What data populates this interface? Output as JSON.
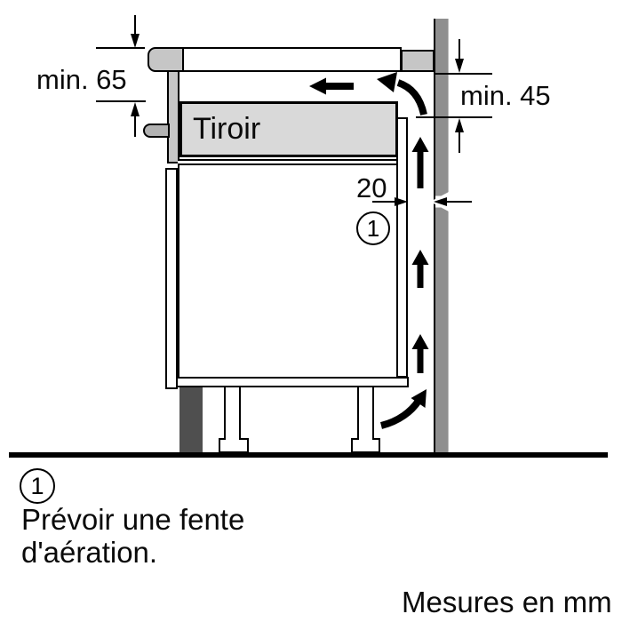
{
  "diagram": {
    "labels": {
      "drawer": "Tiroir",
      "dim_left": "min. 65",
      "dim_right": "min. 45",
      "dim_gap": "20",
      "callout": "1"
    },
    "colors": {
      "trim_light_gray": "#c6c6c6",
      "drawer_fill": "#d9d9d9",
      "wall_gray": "#8f8f8f",
      "plinth_dark_gray": "#4f4f4f",
      "handle_gray": "#b2b2b2",
      "line_black": "#000000"
    }
  },
  "legend": {
    "callout": "1",
    "note_line1": "Prévoir une fente",
    "note_line2": "d'aération.",
    "units": "Mesures en mm"
  }
}
